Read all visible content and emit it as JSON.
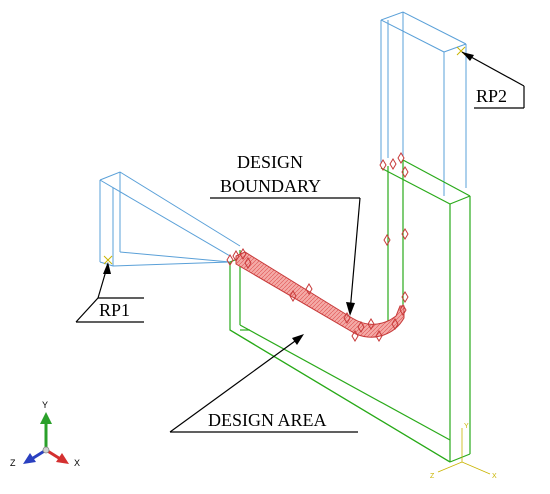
{
  "labels": {
    "rp1": "RP1",
    "rp2": "RP2",
    "design_boundary_line1": "DESIGN",
    "design_boundary_line2": "BOUNDARY",
    "design_area": "DESIGN AREA"
  },
  "triad": {
    "x": "X",
    "y": "Y",
    "z": "Z"
  },
  "mini_triad": {
    "x": "X",
    "y": "Y",
    "z": "Z"
  },
  "colors": {
    "reference_box": "#5aa0d8",
    "design_box": "#2aaa1a",
    "boundary_fill": "#f4aaa6",
    "boundary_hatch": "#e05050",
    "boundary_outline": "#c73a3a",
    "axis_x": "#d43030",
    "axis_y": "#2aa02a",
    "axis_z": "#2a40c0",
    "mini_triad": "#c9b400"
  }
}
